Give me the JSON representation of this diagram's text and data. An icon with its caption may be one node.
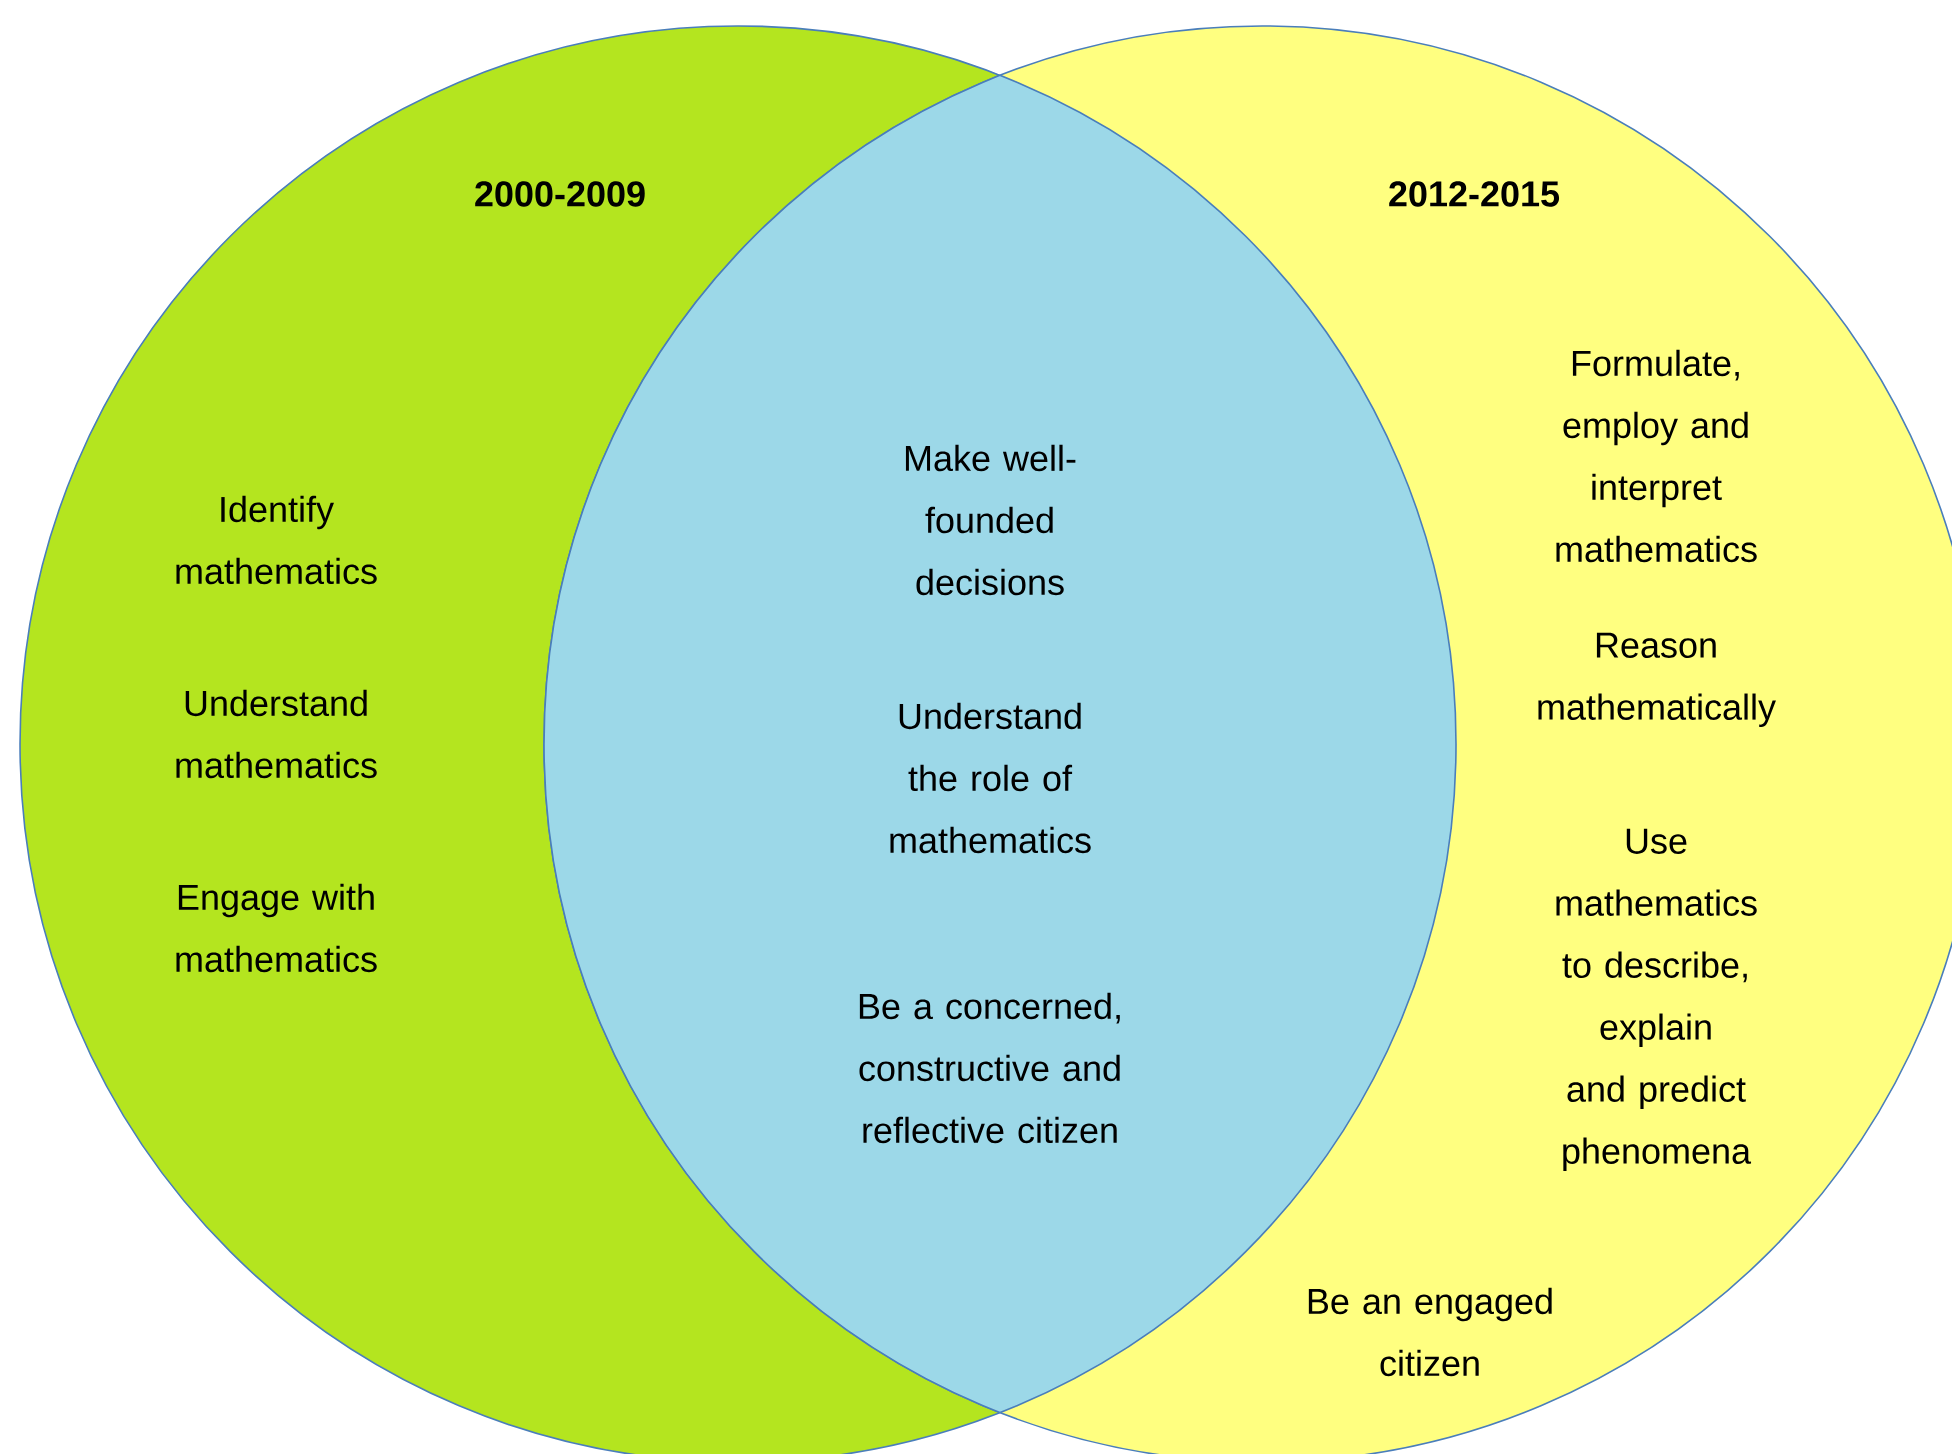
{
  "diagram": {
    "nodes": [
      {
        "text": [
          "2000-2009",
          "Identify mathematics",
          "Understand mathematics",
          "Engage with mathematics"
        ]
      },
      {
        "text": [
          "Make well-founded decisions",
          "Understand the role of mathematics",
          "Be a concerned, constructive and reflective citizen"
        ]
      },
      {
        "text": [
          "2012-2015",
          "Formulate, employ and interpret mathematics",
          "Reason mathematically",
          "Use mathematics to describe, explain and predict phenomena",
          "Be an engaged citizen"
        ]
      }
    ]
  }
}
